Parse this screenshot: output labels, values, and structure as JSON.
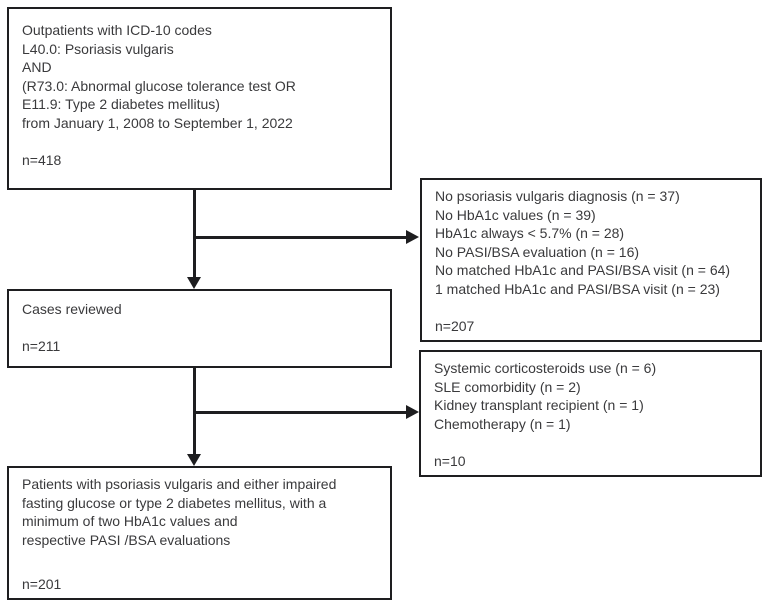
{
  "figure": {
    "type": "patient-flow-diagram",
    "colors": {
      "background": "#ffffff",
      "ink": "#1e1e20",
      "text": "#3a3a3c"
    }
  },
  "boxes": {
    "eligible": {
      "lines": [
        "Outpatients with ICD-10 codes",
        "L40.0: Psoriasis vulgaris",
        "AND",
        "(R73.0: Abnormal glucose tolerance test OR",
        "E11.9: Type 2 diabetes mellitus)",
        "from January 1, 2008 to September 1, 2022"
      ],
      "count": "n=418"
    },
    "excluded_review": {
      "lines": [
        "No psoriasis vulgaris diagnosis (n = 37)",
        "No HbA1c values (n = 39)",
        "HbA1c always < 5.7% (n = 28)",
        "No PASI/BSA evaluation (n = 16)",
        "No matched HbA1c and PASI/BSA visit (n = 64)",
        "1 matched HbA1c and PASI/BSA visit (n = 23)"
      ],
      "count": "n=207"
    },
    "cases_reviewed": {
      "lines": [
        "Cases reviewed"
      ],
      "count": "n=211"
    },
    "excluded_clinical": {
      "lines": [
        "Systemic corticosteroids use (n = 6)",
        "SLE comorbidity (n = 2)",
        "Kidney transplant recipient (n = 1)",
        "Chemotherapy (n = 1)"
      ],
      "count": "n=10"
    },
    "final_cohort": {
      "lines": [
        "Patients with psoriasis vulgaris and either impaired",
        "fasting glucose or type 2 diabetes mellitus, with a",
        "minimum of two HbA1c values and",
        "respective PASI /BSA evaluations"
      ],
      "count": "n=201"
    }
  }
}
